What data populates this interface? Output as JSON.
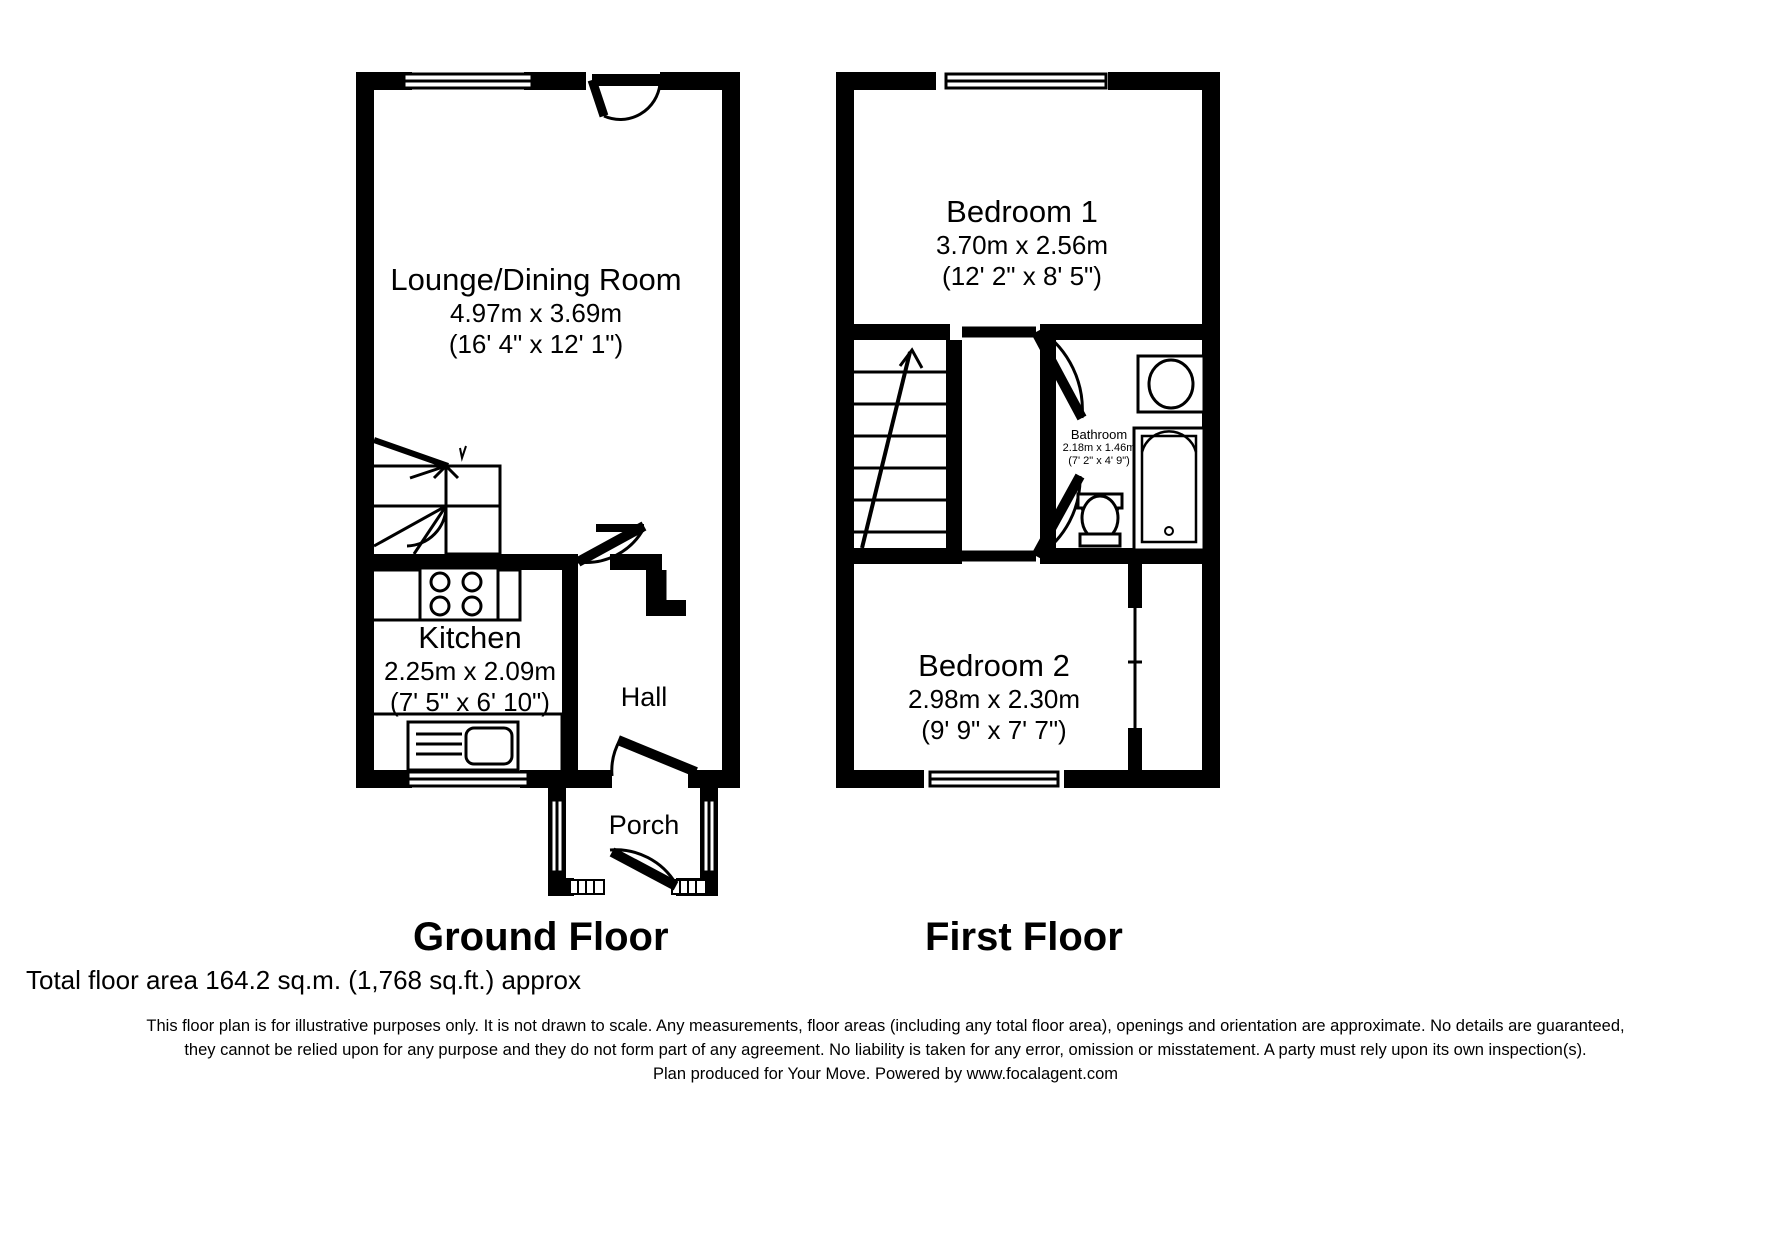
{
  "document": {
    "type": "floor-plan",
    "producer_note": "Plan produced for Your Move. Powered by www.focalagent.com",
    "total_area": "Total floor area 164.2 sq.m. (1,768 sq.ft.) approx",
    "ink_color": "#000000",
    "background_color": "#ffffff"
  },
  "floors": [
    {
      "title": "Ground Floor",
      "rooms": [
        {
          "name": "Lounge/Dining Room",
          "metric": "4.97m x 3.69m",
          "imperial": "(16' 4\" x 12' 1\")"
        },
        {
          "name": "Kitchen",
          "metric": "2.25m x 2.09m",
          "imperial": "(7' 5\" x 6' 10\")"
        },
        {
          "name": "Hall",
          "metric": "",
          "imperial": ""
        },
        {
          "name": "Porch",
          "metric": "",
          "imperial": ""
        }
      ]
    },
    {
      "title": "First Floor",
      "rooms": [
        {
          "name": "Bedroom 1",
          "metric": "3.70m x 2.56m",
          "imperial": "(12' 2\" x 8' 5\")"
        },
        {
          "name": "Bedroom 2",
          "metric": "2.98m x 2.30m",
          "imperial": "(9' 9\" x 7' 7\")"
        },
        {
          "name": "Bathroom",
          "metric": "2.18m x 1.46m",
          "imperial": "(7' 2\" x 4' 9\")"
        }
      ]
    }
  ],
  "disclaimer": {
    "line1": "This floor plan is for illustrative purposes only. It is not drawn to scale. Any measurements, floor areas (including any total floor area), openings and orientation are approximate. No details are guaranteed,",
    "line2": "they cannot be relied upon for any purpose and they do not form part of any agreement. No liability is taken for any error, omission or misstatement. A party must rely upon its own inspection(s).",
    "line3": "Plan produced for Your Move. Powered by www.focalagent.com"
  },
  "fixtures": [
    "hob-icon",
    "sink-icon",
    "bath-icon",
    "toilet-icon",
    "basin-icon",
    "staircase-ground-icon",
    "staircase-first-icon",
    "window-icon",
    "door-swing-icon"
  ]
}
